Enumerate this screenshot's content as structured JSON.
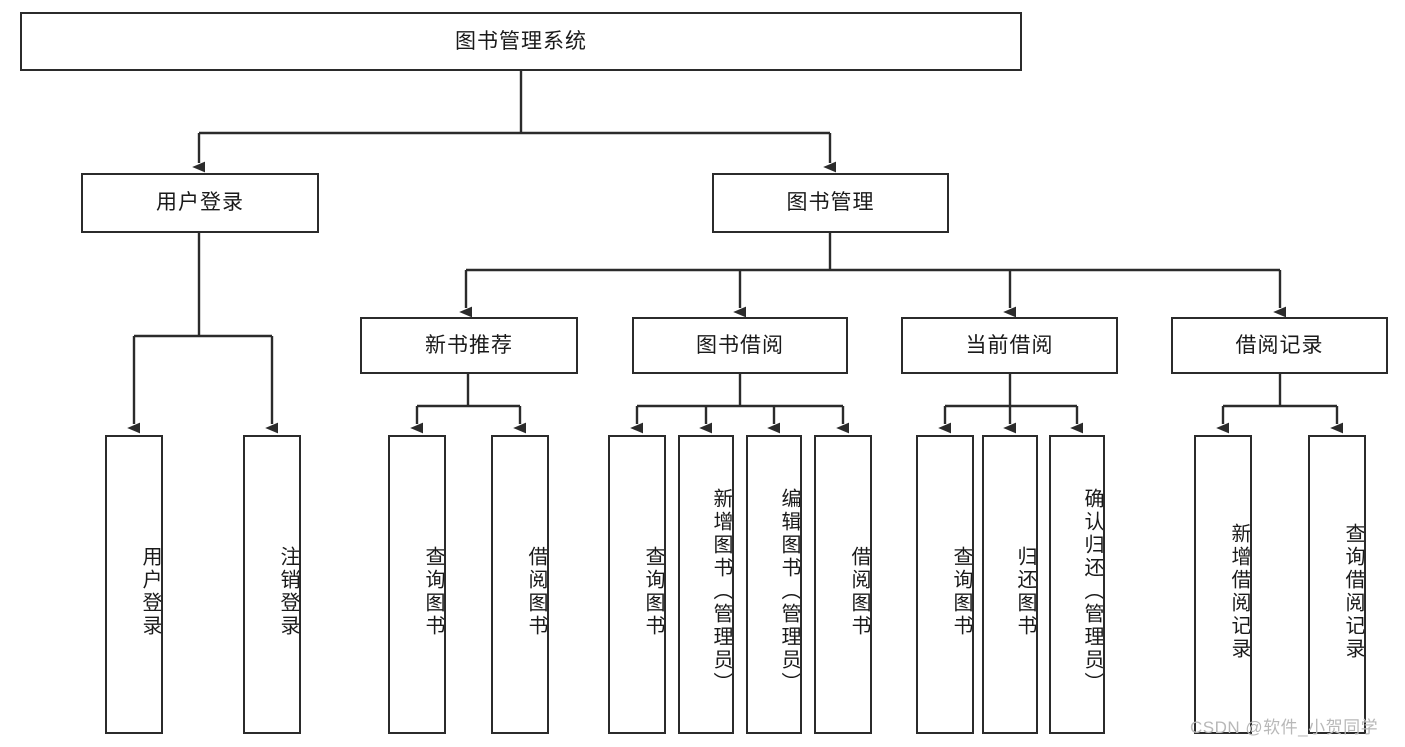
{
  "diagram": {
    "title": "图书管理系统",
    "type": "tree-hierarchy-diagram",
    "root": {
      "id": "root",
      "label": "图书管理系统",
      "orientation": "horizontal"
    },
    "level2": [
      {
        "id": "user-login",
        "label": "用户登录",
        "orientation": "horizontal"
      },
      {
        "id": "book-manage",
        "label": "图书管理",
        "orientation": "horizontal"
      }
    ],
    "level3": [
      {
        "id": "new-book-rec",
        "label": "新书推荐",
        "orientation": "horizontal",
        "parent": "book-manage"
      },
      {
        "id": "book-borrow",
        "label": "图书借阅",
        "orientation": "horizontal",
        "parent": "book-manage"
      },
      {
        "id": "current-borrow",
        "label": "当前借阅",
        "orientation": "horizontal",
        "parent": "book-manage"
      },
      {
        "id": "borrow-record",
        "label": "借阅记录",
        "orientation": "horizontal",
        "parent": "book-manage"
      }
    ],
    "leaves": [
      {
        "id": "leaf-user-login",
        "label": "用户登录",
        "parent": "user-login"
      },
      {
        "id": "leaf-user-logout",
        "label": "注销登录",
        "parent": "user-login"
      },
      {
        "id": "leaf-query-book-1",
        "label": "查询图书",
        "parent": "new-book-rec"
      },
      {
        "id": "leaf-borrow-book-1",
        "label": "借阅图书",
        "parent": "new-book-rec"
      },
      {
        "id": "leaf-query-book-2",
        "label": "查询图书",
        "parent": "book-borrow"
      },
      {
        "id": "leaf-add-book",
        "label": "新增图书（管理员）",
        "parent": "book-borrow"
      },
      {
        "id": "leaf-edit-book",
        "label": "编辑图书（管理员）",
        "parent": "book-borrow"
      },
      {
        "id": "leaf-borrow-book-2",
        "label": "借阅图书",
        "parent": "book-borrow"
      },
      {
        "id": "leaf-query-book-3",
        "label": "查询图书",
        "parent": "current-borrow"
      },
      {
        "id": "leaf-return-book",
        "label": "归还图书",
        "parent": "current-borrow"
      },
      {
        "id": "leaf-confirm-return",
        "label": "确认归还（管理员）",
        "parent": "current-borrow"
      },
      {
        "id": "leaf-add-record",
        "label": "新增借阅记录",
        "parent": "borrow-record"
      },
      {
        "id": "leaf-query-record",
        "label": "查询借阅记录",
        "parent": "borrow-record"
      }
    ],
    "colors": {
      "stroke": "#2b2b2b",
      "fill": "#ffffff",
      "text": "#1a1a1a",
      "watermark": "#b8b8b8"
    }
  },
  "watermark": {
    "text": "CSDN @软件_小贺同学"
  }
}
